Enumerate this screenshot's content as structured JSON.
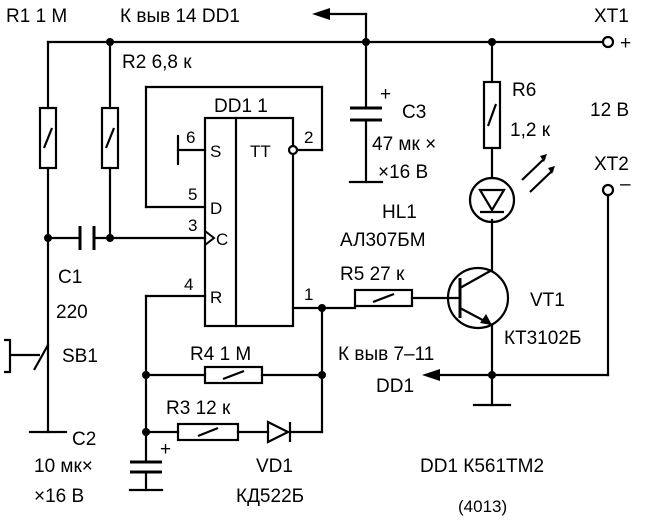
{
  "labels": {
    "r1": "R1 1 М",
    "r2": "R2 6,8 к",
    "kvyv14": "К выв  14 DD1",
    "xt1": "XT1",
    "xt1_plus": "+",
    "c3": "C3",
    "c3_val1": "47 мк ×",
    "c3_val2": "×16 В",
    "c3_plus": "+",
    "r6": "R6",
    "r6_val": "1,2 к",
    "v12": "12 В",
    "xt2": "XT2",
    "xt2_minus": "–",
    "dd1_1": "DD1 1",
    "tt": "TT",
    "pin_s": "S",
    "pin_d": "D",
    "pin_c": "C",
    "pin_r": "R",
    "pin6": "6",
    "pin5": "5",
    "pin3": "3",
    "pin4": "4",
    "pin2": "2",
    "pin1": "1",
    "hl1": "HL1",
    "hl1_type": "АЛ307БМ",
    "r5": "R5 27 к",
    "vt1": "VT1",
    "vt1_type": "КТ3102Б",
    "c1": "C1",
    "c1_val": "220",
    "sb1": "SB1",
    "r4": "R4 1 М",
    "kvyv711": "К выв  7–11",
    "dd1_bottom": "DD1",
    "r3": "R3 12 к",
    "c2": "C2",
    "c2_val1": "10 мк×",
    "c2_val2": "×16 В",
    "c2_plus": "+",
    "vd1": "VD1",
    "vd1_type": "КД522Б",
    "dd1_chip": "DD1 К561ТМ2",
    "chip_code": "(4013)"
  }
}
